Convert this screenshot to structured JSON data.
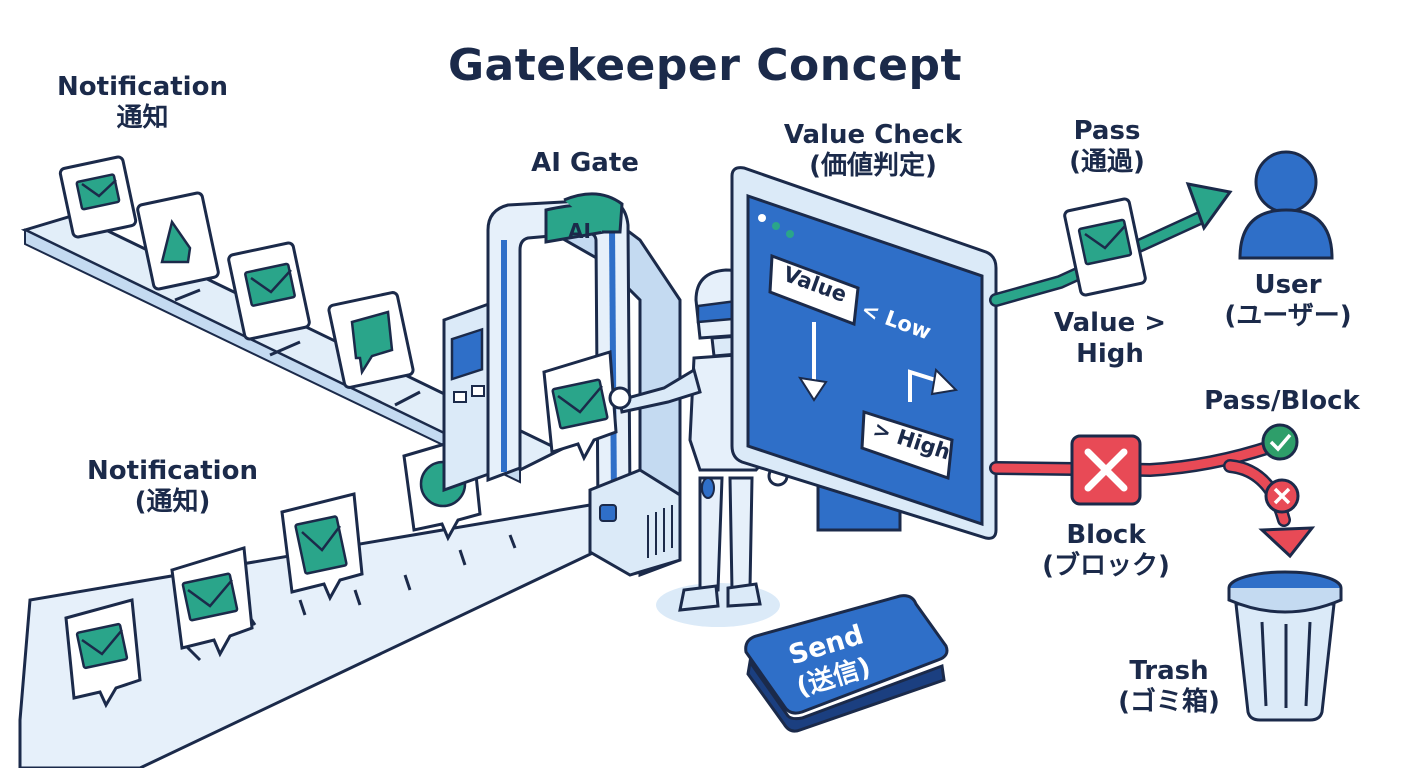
{
  "title": "Gatekeeper Concept",
  "labels": {
    "notification_top": [
      "Notification",
      "通知"
    ],
    "notification_bottom": [
      "Notification",
      "(通知)"
    ],
    "ai_gate": "AI Gate",
    "ai_badge": "AI",
    "value_check": [
      "Value Check",
      "(価値判定)"
    ],
    "screen_value": "Value",
    "screen_low": "< Low",
    "screen_high": "> High",
    "pass": [
      "Pass",
      "(通過)"
    ],
    "user": [
      "User",
      "(ユーザー)"
    ],
    "value_high": [
      "Value >",
      "High"
    ],
    "pass_block": "Pass/Block",
    "block": [
      "Block",
      "(ブロック)"
    ],
    "trash": [
      "Trash",
      "(ゴミ箱)"
    ],
    "send": [
      "Send",
      "(送信)"
    ]
  },
  "colors": {
    "navy": "#1b2a4a",
    "blue": "#2f6fc8",
    "light_blue": "#dbeaf8",
    "teal": "#2aa58a",
    "red": "#e84a56",
    "green": "#2e9e6a"
  },
  "icons": {
    "notification": "envelope-icon",
    "chat": "chat-bubble-icon",
    "user": "user-icon",
    "block": "x-icon",
    "pass_check": "check-circle-icon",
    "block_check": "x-circle-icon",
    "trash": "trash-can-icon"
  }
}
